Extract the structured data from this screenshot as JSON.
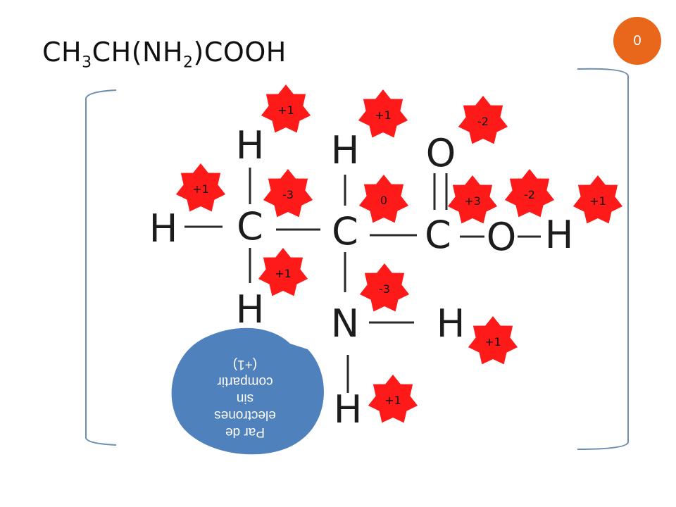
{
  "formula": {
    "parts": [
      {
        "text": "CH",
        "sub": false
      },
      {
        "text": "3",
        "sub": true
      },
      {
        "text": "CH(NH",
        "sub": false
      },
      {
        "text": "2",
        "sub": true
      },
      {
        "text": ")COOH",
        "sub": false
      }
    ]
  },
  "total_badge": {
    "value": "0",
    "color": "#e8671b"
  },
  "atoms": {
    "h_top_left": "H",
    "h_top_mid": "H",
    "o_top": "O",
    "h_left": "H",
    "c1": "C",
    "c2": "C",
    "c3": "C",
    "o_right": "O",
    "h_right": "H",
    "h_bottom_left": "H",
    "n": "N",
    "h_n_right": "H",
    "h_n_bottom": "H"
  },
  "oxidation_stars": [
    {
      "label": "+1",
      "color": "#ff1a1a"
    },
    {
      "label": "+1",
      "color": "#ff1a1a"
    },
    {
      "label": "-2",
      "color": "#ff1a1a"
    },
    {
      "label": "+1",
      "color": "#ff1a1a"
    },
    {
      "label": "-3",
      "color": "#ff1a1a"
    },
    {
      "label": "0",
      "color": "#ff1a1a"
    },
    {
      "label": "+3",
      "color": "#ff1a1a"
    },
    {
      "label": "-2",
      "color": "#ff1a1a"
    },
    {
      "label": "+1",
      "color": "#ff1a1a"
    },
    {
      "label": "+1",
      "color": "#ff1a1a"
    },
    {
      "label": "-3",
      "color": "#ff1a1a"
    },
    {
      "label": "+1",
      "color": "#ff1a1a"
    },
    {
      "label": "+1",
      "color": "#ff1a1a"
    }
  ],
  "callout": {
    "lines": [
      "Par de",
      "electrones",
      "sin",
      "compartir",
      "(+1)"
    ],
    "color": "#4f81bd"
  }
}
